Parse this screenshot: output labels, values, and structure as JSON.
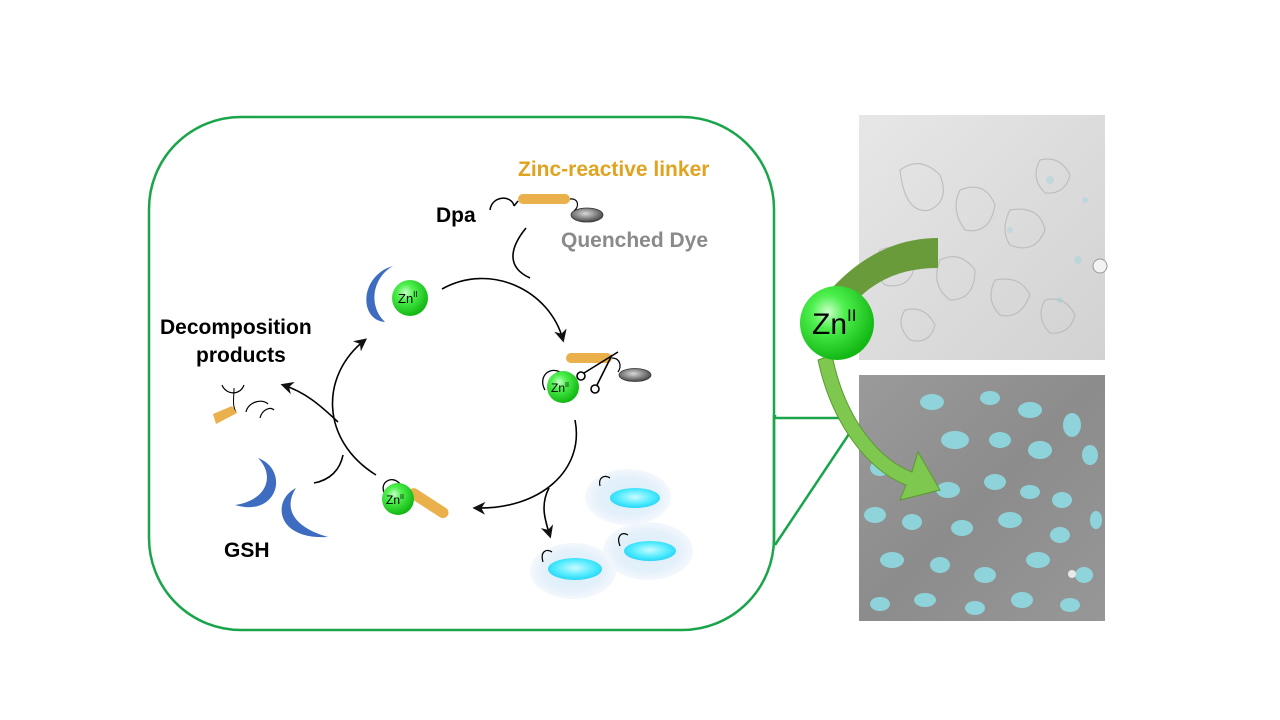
{
  "labels": {
    "linker": "Zinc-reactive linker",
    "dpa": "Dpa",
    "quenched_dye": "Quenched Dye",
    "decomposition_line1": "Decomposition",
    "decomposition_line2": "products",
    "gsh": "GSH",
    "zn_base": "Zn",
    "zn_sup": "II"
  },
  "colors": {
    "frame": "#1aa54b",
    "linker": "#eab04c",
    "linker_text": "#e0a31f",
    "gsh": "#3d6cc0",
    "zinc_ball": "#2ee32e",
    "dye_quenched": "#555555",
    "dye_fluorescent": "#38e6ff",
    "arrow_dark": "#6a9b3a",
    "arrow_light": "#7ec850",
    "cells_cyan": "#8fe0e8"
  },
  "icons": [
    "gsh-crescent-icon",
    "zinc-ion-icon",
    "scissors-icon",
    "fluorescent-dye-icon",
    "quenched-dye-icon",
    "linker-icon"
  ],
  "panels": [
    "micrograph-before",
    "micrograph-after"
  ]
}
